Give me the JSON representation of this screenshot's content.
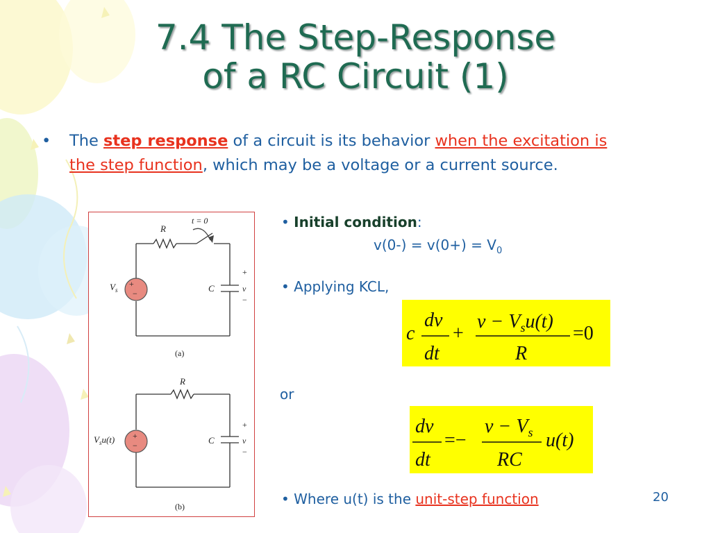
{
  "slide": {
    "title_line1": "7.4 The Step-Response",
    "title_line2": "of a RC Circuit (1)",
    "bullet_char": "•",
    "intro": {
      "t1": "The ",
      "t2": "step response",
      "t3": " of a circuit is its behavior ",
      "t4": "when the excitation is the step function",
      "t5": ", which may be a voltage or a current source."
    },
    "initial_condition": {
      "bullet": "•",
      "label": "Initial condition",
      "colon": ":",
      "equation": "v(0-) = v(0+) = V",
      "subscript": "0"
    },
    "kcl": {
      "bullet": "•",
      "text": "Applying KCL,"
    },
    "eq1": {
      "c": "c",
      "dv": "dv",
      "dt": "dt",
      "plus": "+",
      "numerator_a": "v − V",
      "numerator_sub": "s",
      "numerator_b": "u(t)",
      "den": "R",
      "eq_zero": "=0"
    },
    "or_text": "or",
    "eq2": {
      "dv": "dv",
      "dt": "dt",
      "eq_minus": "=−",
      "num_a": "v − V",
      "num_sub": "s",
      "den": "RC",
      "ut": "u(t)"
    },
    "unit_step": {
      "bullet": "•",
      "t1": "Where u(t) is the ",
      "t2": "unit-step function"
    },
    "page_number": "20"
  },
  "figure": {
    "a": {
      "R": "R",
      "switch": "t = 0",
      "source": "V",
      "source_sub": "s",
      "C": "C",
      "v": "v",
      "plus": "+",
      "minus": "−",
      "caption": "(a)"
    },
    "b": {
      "R": "R",
      "source": "V",
      "source_sub": "s",
      "source_tail": "u(t)",
      "C": "C",
      "v": "v",
      "plus": "+",
      "minus": "−",
      "caption": "(b)"
    }
  },
  "colors": {
    "title": "#1f6b52",
    "body": "#1f5fa0",
    "highlight": "#e8321e",
    "equation_bg": "#ffff00"
  }
}
